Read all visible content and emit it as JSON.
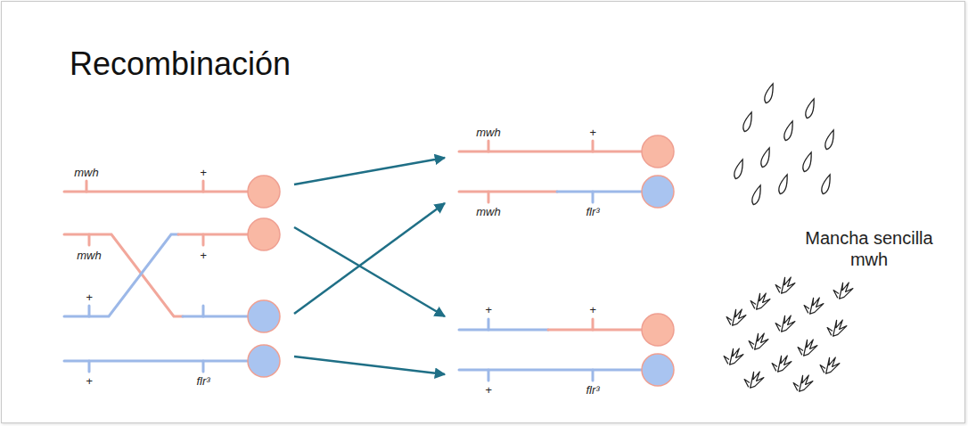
{
  "diagram": {
    "title": "Recombinación",
    "nodes": [
      {
        "text": [
          "mwh",
          "+"
        ]
      },
      {
        "text": [
          "mwh",
          "+"
        ]
      },
      {
        "text": [
          "+"
        ]
      },
      {
        "text": [
          "+",
          "flr³"
        ]
      },
      {
        "text": [
          "mwh",
          "+"
        ]
      },
      {
        "text": [
          "mwh",
          "flr³"
        ]
      },
      {
        "text": [
          "+",
          "+"
        ]
      },
      {
        "text": [
          "+",
          "flr³"
        ]
      }
    ],
    "edges": [
      {
        "from": 0,
        "to": 4,
        "arrow": "to"
      },
      {
        "from": 1,
        "to": 6,
        "arrow": "to"
      },
      {
        "from": 2,
        "to": 5,
        "arrow": "to"
      },
      {
        "from": 3,
        "to": 7,
        "arrow": "to"
      }
    ],
    "labels": [
      "Mancha sencilla mwh"
    ]
  }
}
